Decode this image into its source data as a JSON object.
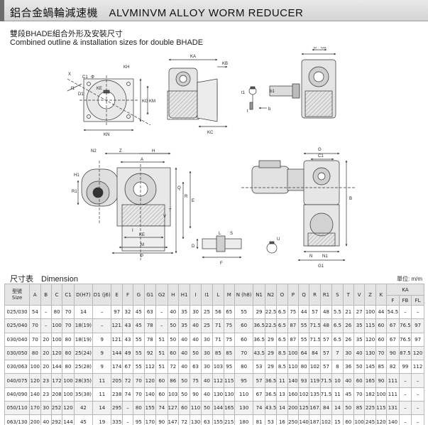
{
  "header": {
    "title": "鋁合金蝸輪減速機　ALVMINVM ALLOY WORM REDUCER"
  },
  "subtitle_cn": "雙段BHADE組合外形及安裝尺寸",
  "subtitle_en": "Combined outline & installation sizes for double BHADE",
  "drawing_labels": {
    "KA": "KA",
    "KB": "KB",
    "KC": "KC",
    "KN": "KN",
    "KG": "KG",
    "KM": "KM",
    "KE": "KE",
    "KH": "KH",
    "C1": "C1",
    "D1": "D1",
    "f1": "f1",
    "Phi": "Φ",
    "X": "X",
    "B": "B",
    "G2": "G2",
    "t1": "t1",
    "b": "b",
    "b1": "b1",
    "t": "t",
    "N2": "N2",
    "Z": "Z",
    "H": "H",
    "A": "A",
    "R1": "R1",
    "H1": "H1",
    "Q": "Q",
    "R": "R",
    "E": "E",
    "V": "V",
    "T": "T",
    "M": "M",
    "P": "P",
    "I": "I",
    "D": "D",
    "L": "L",
    "S": "S",
    "G": "G",
    "G1": "G1",
    "N": "N",
    "N1": "N1",
    "F": "F",
    "U": "U"
  },
  "dimension_title": "尺寸表　Dimension",
  "unit_note": "單位: m/m",
  "table": {
    "size_header": [
      "型號",
      "Size"
    ],
    "columns": [
      "A",
      "B",
      "C",
      "C1",
      "D(H7)",
      "D1 (j6)",
      "E",
      "F",
      "G",
      "G1",
      "G2",
      "H",
      "H1",
      "I",
      "I1",
      "L",
      "M",
      "N (h8)",
      "N1",
      "N2",
      "O",
      "P",
      "Q",
      "R",
      "R1",
      "S",
      "T",
      "V",
      "Z",
      "K"
    ],
    "ka_header": "KA",
    "ka_sub": [
      "F",
      "FB",
      "FL"
    ],
    "rows": [
      [
        "025/030",
        "54",
        "–",
        "80",
        "70",
        "14",
        "–",
        "97",
        "32",
        "45",
        "63",
        "–",
        "40",
        "35",
        "30",
        "25",
        "56",
        "65",
        "55",
        "29",
        "22.5",
        "6.5",
        "75",
        "44",
        "57",
        "48",
        "5.5",
        "21",
        "27",
        "100",
        "44",
        "54.5",
        "–",
        "–"
      ],
      [
        "025/040",
        "70",
        "–",
        "100",
        "70",
        "18(19)",
        "–",
        "121.5",
        "43",
        "45",
        "78",
        "–",
        "50",
        "35",
        "40",
        "25",
        "71",
        "75",
        "60",
        "36.5",
        "22.5",
        "6.5",
        "87",
        "55",
        "71.5",
        "48",
        "6.5",
        "26",
        "35",
        "115",
        "60",
        "67",
        "76.5",
        "97"
      ],
      [
        "030/040",
        "70",
        "20",
        "100",
        "80",
        "18(19)",
        "9",
        "121.5",
        "43",
        "55",
        "78",
        "51",
        "50",
        "40",
        "40",
        "30",
        "71",
        "75",
        "60",
        "36.5",
        "29",
        "6.5",
        "87",
        "55",
        "71.5",
        "57",
        "6.5",
        "26",
        "35",
        "120",
        "60",
        "67",
        "76.5",
        "97"
      ],
      [
        "030/050",
        "80",
        "20",
        "120",
        "80",
        "25(24)",
        "9",
        "144",
        "49",
        "55",
        "92",
        "51",
        "60",
        "40",
        "50",
        "30",
        "85",
        "85",
        "70",
        "43.5",
        "29",
        "8.5",
        "100",
        "64",
        "84",
        "57",
        "7",
        "30",
        "40",
        "130",
        "70",
        "90",
        "87.5",
        "120"
      ],
      [
        "030/063",
        "100",
        "20",
        "144",
        "80",
        "25(28)",
        "9",
        "174",
        "67",
        "55",
        "112",
        "51",
        "72",
        "40",
        "63",
        "30",
        "103",
        "95",
        "80",
        "53",
        "29",
        "8.5",
        "110",
        "80",
        "102",
        "57",
        "8",
        "36",
        "50",
        "145",
        "85",
        "82",
        "99",
        "112"
      ],
      [
        "040/075",
        "120",
        "23",
        "172",
        "100",
        "28(35)",
        "11",
        "205",
        "72",
        "70",
        "120",
        "60",
        "86",
        "50",
        "75",
        "40",
        "112",
        "115",
        "95",
        "57",
        "36.5",
        "11",
        "140",
        "93",
        "119",
        "71.5",
        "10",
        "40",
        "60",
        "165",
        "90",
        "111",
        "–",
        "–"
      ],
      [
        "040/090",
        "140",
        "23",
        "208",
        "100",
        "35(38)",
        "11",
        "238",
        "74",
        "70",
        "140",
        "60",
        "103",
        "50",
        "90",
        "40",
        "130",
        "130",
        "110",
        "67",
        "36.5",
        "13",
        "160",
        "102",
        "135",
        "71.5",
        "11",
        "45",
        "70",
        "182",
        "100",
        "111",
        "–",
        "–"
      ],
      [
        "050/110",
        "170",
        "30",
        "252.5",
        "120",
        "42",
        "14",
        "295",
        "–",
        "80",
        "155",
        "74",
        "127.5",
        "60",
        "110",
        "50",
        "144",
        "165",
        "130",
        "74",
        "43.5",
        "14",
        "200",
        "125",
        "167.5",
        "84",
        "14",
        "50",
        "85",
        "225",
        "115",
        "131",
        "–",
        "–"
      ],
      [
        "063/130",
        "200",
        "40",
        "292.5",
        "144",
        "45",
        "19",
        "335",
        "–",
        "95",
        "170",
        "90",
        "147.5",
        "72",
        "130",
        "63",
        "155",
        "215",
        "180",
        "81",
        "53",
        "16",
        "250",
        "140",
        "187.5",
        "102",
        "15",
        "60",
        "100",
        "245",
        "120",
        "140",
        "–",
        "–"
      ]
    ]
  }
}
